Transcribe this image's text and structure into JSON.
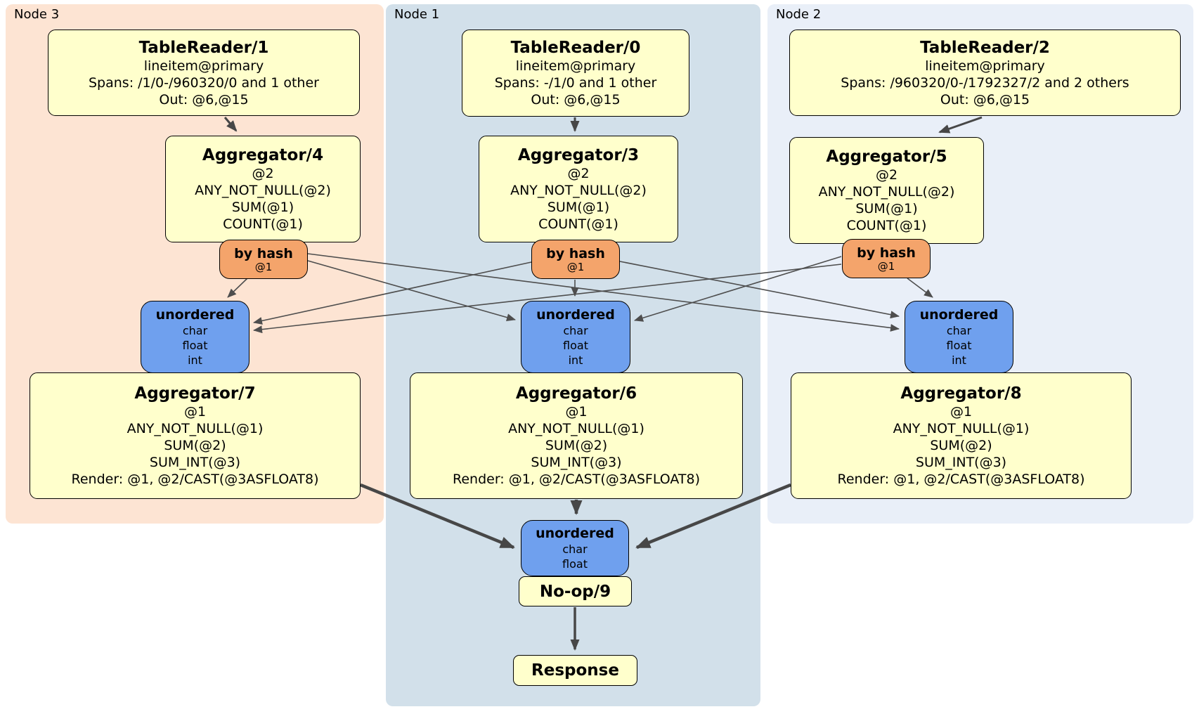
{
  "diagram": {
    "nodes": [
      {
        "id": "node3",
        "label": "Node 3"
      },
      {
        "id": "node1",
        "label": "Node 1"
      },
      {
        "id": "node2",
        "label": "Node 2"
      }
    ],
    "processors": {
      "tr1": {
        "title": "TableReader/1",
        "lines": [
          "lineitem@primary",
          "Spans: /1/0-/960320/0 and 1 other",
          "Out: @6,@15"
        ]
      },
      "tr0": {
        "title": "TableReader/0",
        "lines": [
          "lineitem@primary",
          "Spans: -/1/0 and 1 other",
          "Out: @6,@15"
        ]
      },
      "tr2": {
        "title": "TableReader/2",
        "lines": [
          "lineitem@primary",
          "Spans: /960320/0-/1792327/2 and 2 others",
          "Out: @6,@15"
        ]
      },
      "agg4": {
        "title": "Aggregator/4",
        "lines": [
          "@2",
          "ANY_NOT_NULL(@2)",
          "SUM(@1)",
          "COUNT(@1)"
        ]
      },
      "agg3": {
        "title": "Aggregator/3",
        "lines": [
          "@2",
          "ANY_NOT_NULL(@2)",
          "SUM(@1)",
          "COUNT(@1)"
        ]
      },
      "agg5": {
        "title": "Aggregator/5",
        "lines": [
          "@2",
          "ANY_NOT_NULL(@2)",
          "SUM(@1)",
          "COUNT(@1)"
        ]
      },
      "agg7": {
        "title": "Aggregator/7",
        "lines": [
          "@1",
          "ANY_NOT_NULL(@1)",
          "SUM(@2)",
          "SUM_INT(@3)",
          "Render: @1, @2/CAST(@3ASFLOAT8)"
        ]
      },
      "agg6": {
        "title": "Aggregator/6",
        "lines": [
          "@1",
          "ANY_NOT_NULL(@1)",
          "SUM(@2)",
          "SUM_INT(@3)",
          "Render: @1, @2/CAST(@3ASFLOAT8)"
        ]
      },
      "agg8": {
        "title": "Aggregator/8",
        "lines": [
          "@1",
          "ANY_NOT_NULL(@1)",
          "SUM(@2)",
          "SUM_INT(@3)",
          "Render: @1, @2/CAST(@3ASFLOAT8)"
        ]
      },
      "noop": {
        "title": "No-op/9"
      },
      "response": {
        "title": "Response"
      }
    },
    "routers": {
      "label": "by hash",
      "key": "@1"
    },
    "streams": {
      "label": "unordered",
      "columns3": [
        "char",
        "float",
        "int"
      ],
      "columns2": [
        "char",
        "float"
      ]
    },
    "edges": [
      {
        "from": "tablereader-1",
        "to": "aggregator-4"
      },
      {
        "from": "tablereader-0",
        "to": "aggregator-3"
      },
      {
        "from": "tablereader-2",
        "to": "aggregator-5"
      },
      {
        "from": "hash-router-node3",
        "to": "stream-node3"
      },
      {
        "from": "hash-router-node3",
        "to": "stream-node1"
      },
      {
        "from": "hash-router-node3",
        "to": "stream-node2"
      },
      {
        "from": "hash-router-node1",
        "to": "stream-node3"
      },
      {
        "from": "hash-router-node1",
        "to": "stream-node1"
      },
      {
        "from": "hash-router-node1",
        "to": "stream-node2"
      },
      {
        "from": "hash-router-node2",
        "to": "stream-node3"
      },
      {
        "from": "hash-router-node2",
        "to": "stream-node1"
      },
      {
        "from": "hash-router-node2",
        "to": "stream-node2"
      },
      {
        "from": "aggregator-7",
        "to": "final-stream"
      },
      {
        "from": "aggregator-6",
        "to": "final-stream"
      },
      {
        "from": "aggregator-8",
        "to": "final-stream"
      },
      {
        "from": "noop-9",
        "to": "response"
      }
    ],
    "colors": {
      "processor_fill": "#ffffcc",
      "router_fill": "#f4a46b",
      "stream_fill": "#6fa0ee",
      "node3_bg": "#fde4d3",
      "node1_bg": "#d2e0ea",
      "node2_bg": "#e9eff8",
      "edge": "#4e4e4e",
      "border": "#000000"
    }
  }
}
